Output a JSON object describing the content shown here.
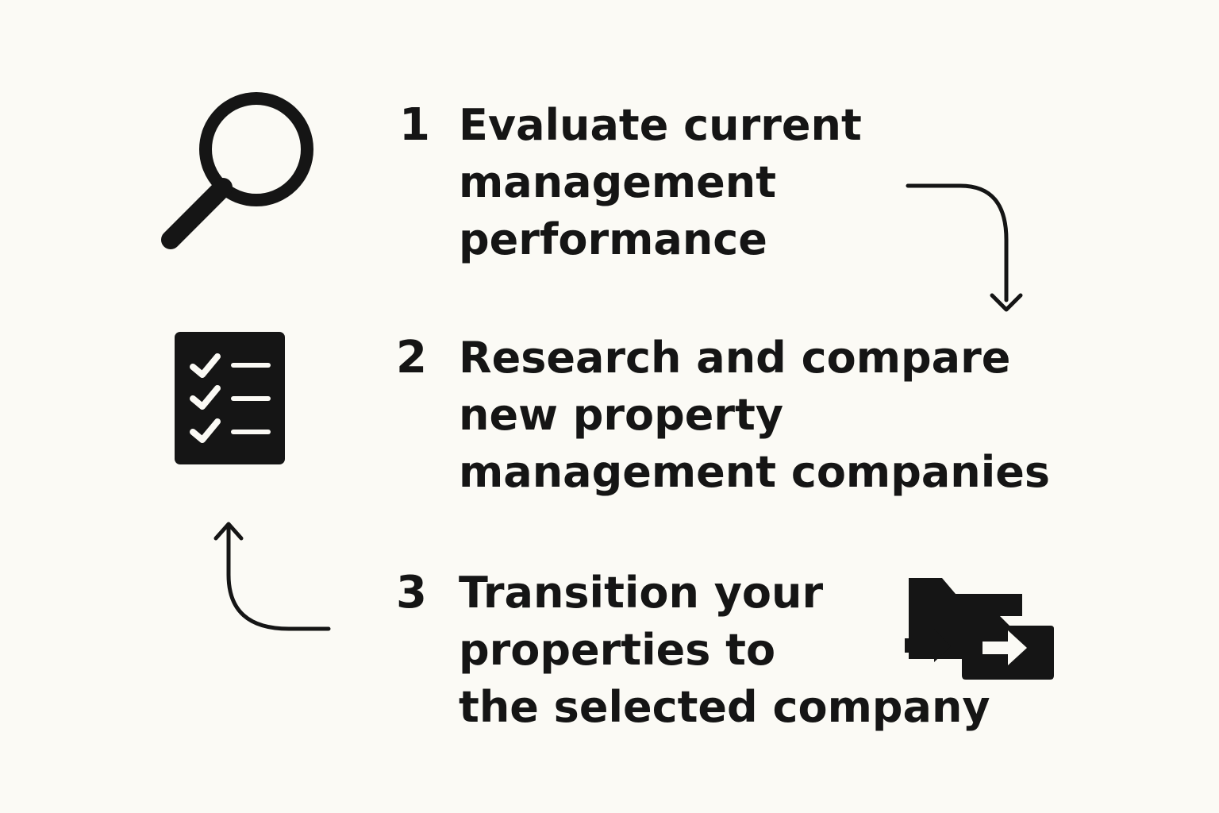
{
  "steps": [
    {
      "number": "1",
      "lines": [
        "Evaluate current",
        "management",
        "performance"
      ],
      "icon": "magnifying-glass-icon"
    },
    {
      "number": "2",
      "lines": [
        "Research and compare",
        "new property",
        "management companies"
      ],
      "icon": "checklist-icon"
    },
    {
      "number": "3",
      "lines": [
        "Transition your",
        "properties to",
        "the selected company"
      ],
      "icon": "folder-transfer-icon"
    }
  ],
  "colors": {
    "background": "#fbfaf5",
    "ink": "#151515",
    "inverse": "#fbfaf5"
  }
}
